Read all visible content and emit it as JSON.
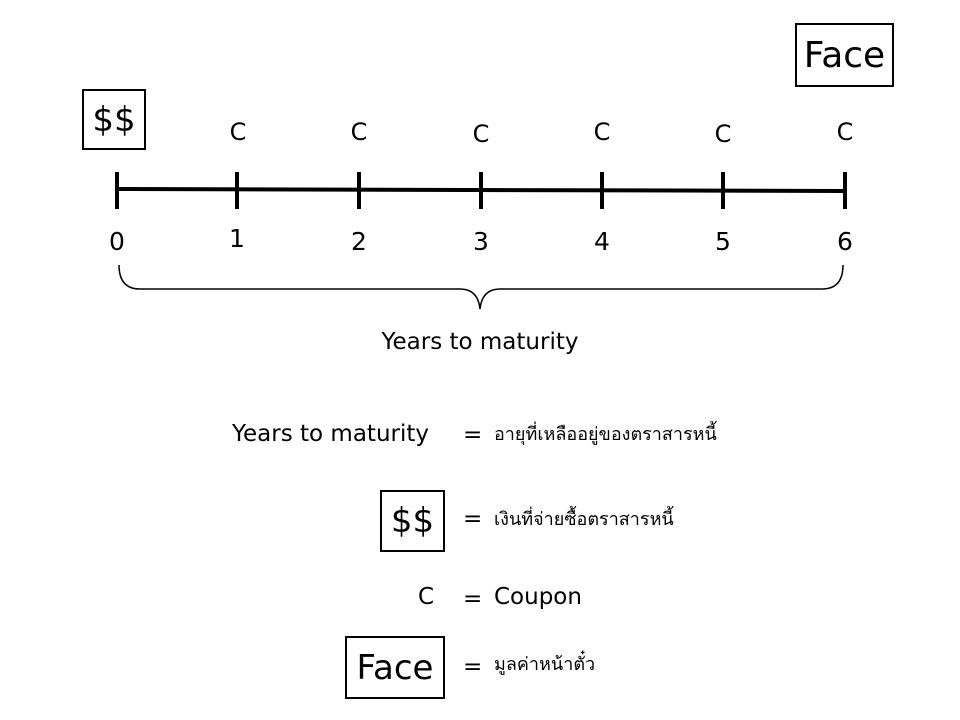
{
  "timeline": {
    "start_box": "$$",
    "end_box": "Face",
    "coupon_labels": [
      "C",
      "C",
      "C",
      "C",
      "C",
      "C"
    ],
    "ticks": [
      "0",
      "1",
      "2",
      "3",
      "4",
      "5",
      "6"
    ],
    "brace_label": "Years to maturity"
  },
  "legend": {
    "rows": [
      {
        "term": "Years to maturity",
        "eq": "=",
        "definition": "อายุที่เหลืออยู่ของตราสารหนี้"
      },
      {
        "term": "$$",
        "eq": "=",
        "definition": "เงินที่จ่ายซื้อตราสารหนี้"
      },
      {
        "term": "C",
        "eq": "=",
        "definition": "Coupon"
      },
      {
        "term": "Face",
        "eq": "=",
        "definition": "มูลค่าหน้าตั๋ว"
      }
    ]
  }
}
